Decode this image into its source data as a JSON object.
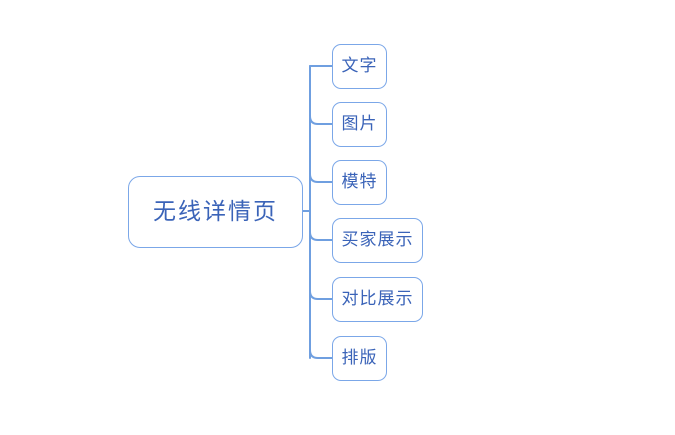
{
  "diagram": {
    "type": "mindmap",
    "orientation": "left-to-right",
    "background_color": "#ffffff",
    "node_border_color": "#7ba7e8",
    "node_text_color": "#3a63b8",
    "connector_color": "#6f9fe0",
    "root": {
      "label": "无线详情页"
    },
    "children": [
      {
        "label": "文字"
      },
      {
        "label": "图片"
      },
      {
        "label": "模特"
      },
      {
        "label": "买家展示"
      },
      {
        "label": "对比展示"
      },
      {
        "label": "排版"
      }
    ]
  }
}
